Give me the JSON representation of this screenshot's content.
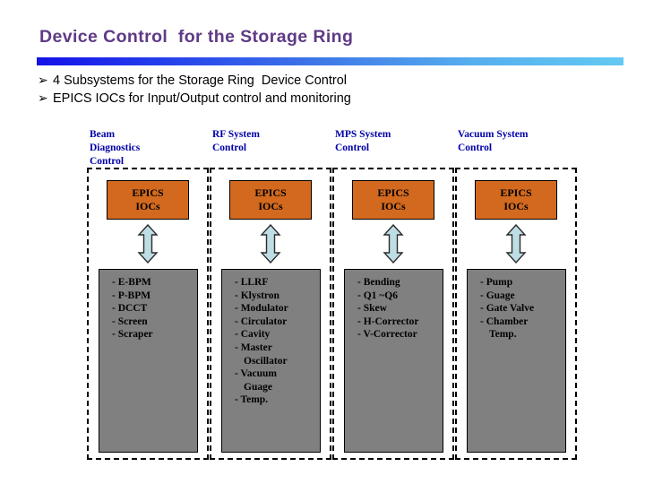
{
  "slide": {
    "title": "Device Control  for the Storage Ring",
    "title_color": "#5F3A86",
    "rule_gradient_from": "#1512E8",
    "rule_gradient_to": "#63C9F2"
  },
  "bullets": {
    "marker": "➢",
    "items": [
      "4 Subsystems for the Storage Ring  Device Control",
      "EPICS IOCs for Input/Output control and monitoring"
    ]
  },
  "diagram": {
    "ioc_label_line1": "EPICS",
    "ioc_label_line2": "IOCs",
    "ioc_color": "#D2691E",
    "device_box_color": "#808080",
    "header_color": "#0000A8",
    "arrow_color": "#BFDDE4",
    "columns": [
      {
        "header": "Beam\nDiagnostics\nControl",
        "ioc": {
          "line1": "EPICS",
          "line2": "IOCs"
        },
        "devices": [
          {
            "text": "- E-BPM",
            "cont": false
          },
          {
            "text": "- P-BPM",
            "cont": false
          },
          {
            "text": "- DCCT",
            "cont": false
          },
          {
            "text": "- Screen",
            "cont": false
          },
          {
            "text": "- Scraper",
            "cont": false
          }
        ]
      },
      {
        "header": "RF System\nControl",
        "ioc": {
          "line1": "EPICS",
          "line2": "IOCs"
        },
        "devices": [
          {
            "text": "- LLRF",
            "cont": false
          },
          {
            "text": "- Klystron",
            "cont": false
          },
          {
            "text": "- Modulator",
            "cont": false
          },
          {
            "text": "- Circulator",
            "cont": false
          },
          {
            "text": "- Cavity",
            "cont": false
          },
          {
            "text": "- Master",
            "cont": false
          },
          {
            "text": "Oscillator",
            "cont": true
          },
          {
            "text": "- Vacuum",
            "cont": false
          },
          {
            "text": "Guage",
            "cont": true
          },
          {
            "text": "- Temp.",
            "cont": false
          }
        ]
      },
      {
        "header": "MPS System\nControl",
        "ioc": {
          "line1": "EPICS",
          "line2": "IOCs"
        },
        "devices": [
          {
            "text": "- Bending",
            "cont": false
          },
          {
            "text": "- Q1 ~Q6",
            "cont": false
          },
          {
            "text": "- Skew",
            "cont": false
          },
          {
            "text": "- H-Corrector",
            "cont": false
          },
          {
            "text": "- V-Corrector",
            "cont": false
          }
        ]
      },
      {
        "header": "Vacuum System\nControl",
        "ioc": {
          "line1": "EPICS",
          "line2": "IOCs"
        },
        "devices": [
          {
            "text": "- Pump",
            "cont": false
          },
          {
            "text": "- Guage",
            "cont": false
          },
          {
            "text": "- Gate Valve",
            "cont": false
          },
          {
            "text": "- Chamber",
            "cont": false
          },
          {
            "text": "Temp.",
            "cont": true
          }
        ]
      }
    ]
  }
}
